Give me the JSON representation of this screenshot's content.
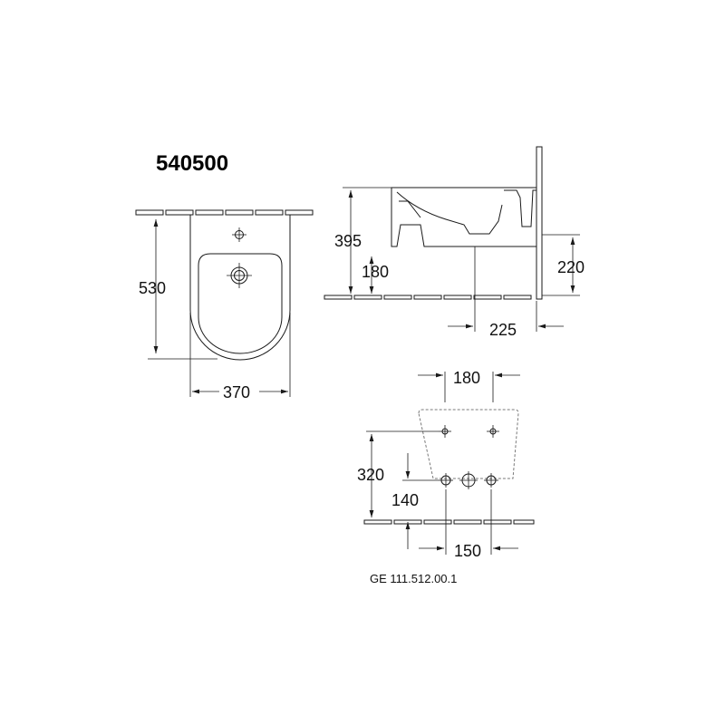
{
  "product_code": "540500",
  "reference_code": "GE 111.512.00.1",
  "dimensions": {
    "width": "370",
    "depth": "530",
    "height": "395",
    "fixing_height": "180",
    "inlet_height": "220",
    "outlet_projection": "225",
    "fixing_centres": "180",
    "frame_height": "320",
    "supply_height": "140",
    "supply_centres": "150"
  }
}
